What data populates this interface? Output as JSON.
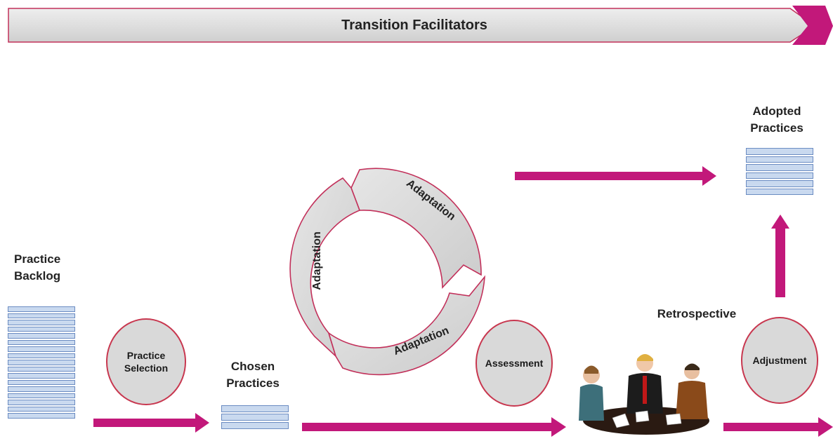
{
  "banner": {
    "title": "Transition Facilitators"
  },
  "labels": {
    "practice_backlog": "Practice\nBacklog",
    "chosen_practices": "Chosen\nPractices",
    "adopted_practices": "Adopted\nPractices",
    "retrospective": "Retrospective"
  },
  "circles": {
    "practice_selection": "Practice\nSelection",
    "assessment": "Assessment",
    "adjustment": "Adjustment"
  },
  "cycle": {
    "segment_top": "Adaptation",
    "segment_left": "Adaptation",
    "segment_bottom": "Adaptation"
  },
  "colors": {
    "arrow": "#c2187a",
    "banner_fill": "#d9d9d9",
    "banner_border": "#c2305a",
    "stack_fill": "#c9d9ef",
    "stack_border": "#6b8cc2"
  },
  "icons": {
    "meeting": "people-meeting-icon"
  }
}
